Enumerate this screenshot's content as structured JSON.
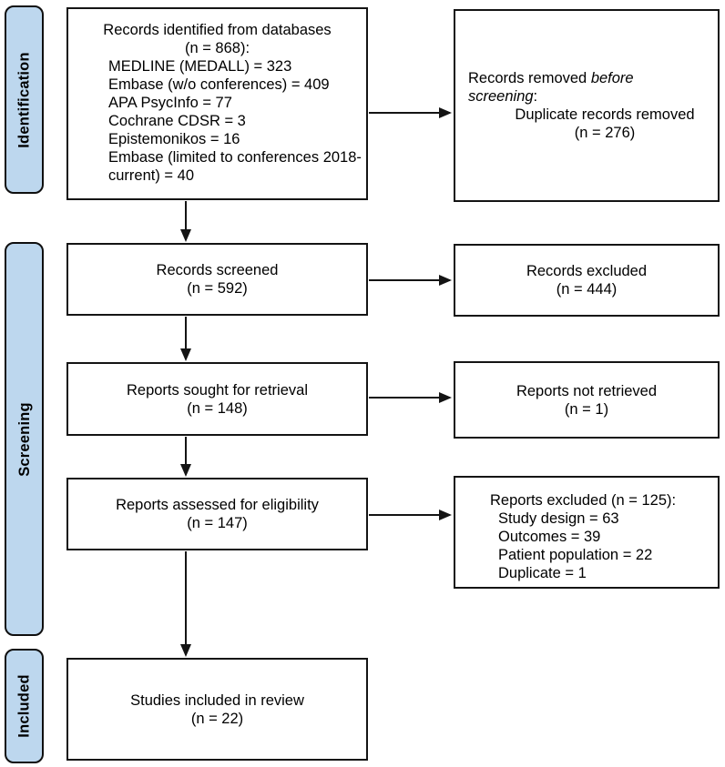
{
  "sidebar": {
    "identification": "Identification",
    "screening": "Screening",
    "included": "Included"
  },
  "flow": {
    "identified": {
      "title": "Records identified from databases",
      "count": "(n = 868):",
      "items": [
        "MEDLINE (MEDALL) = 323",
        "Embase (w/o conferences) = 409",
        "APA PsycInfo = 77",
        "Cochrane CDSR = 3",
        "Epistemonikos = 16",
        "Embase (limited to conferences 2018-current) = 40"
      ]
    },
    "screened": {
      "title": "Records screened",
      "count": "(n = 592)"
    },
    "sought": {
      "title": "Reports sought for retrieval",
      "count": "(n = 148)"
    },
    "assessed": {
      "title": "Reports assessed for eligibility",
      "count": "(n = 147)"
    },
    "included": {
      "title": "Studies included in review",
      "count": "(n = 22)"
    }
  },
  "exclusions": {
    "removed_before_screening": {
      "prefix": "Records removed ",
      "italic": "before screening",
      "suffix": ":",
      "item": "Duplicate records removed",
      "count": "(n = 276)"
    },
    "records_excluded": {
      "title": "Records excluded",
      "count": "(n = 444)"
    },
    "not_retrieved": {
      "title": "Reports not retrieved",
      "count": "(n = 1)"
    },
    "reports_excluded": {
      "title": "Reports excluded (n = 125):",
      "items": [
        "Study design = 63",
        "Outcomes = 39",
        "Patient population = 22",
        "Duplicate = 1"
      ]
    }
  },
  "colors": {
    "stage_fill": "#BDD7EE",
    "box_border": "#141414"
  }
}
